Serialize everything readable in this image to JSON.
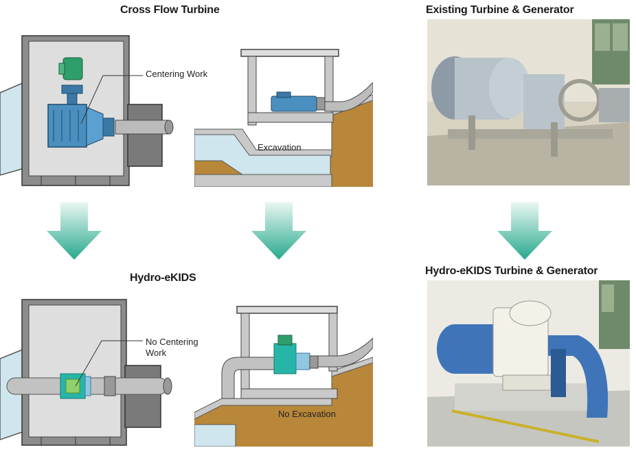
{
  "titles": {
    "cross_flow": "Cross Flow Turbine",
    "existing": "Existing Turbine & Generator",
    "hydro_ekids": "Hydro-eKIDS",
    "hydro_ekids_tg": "Hydro-eKIDS Turbine & Generator"
  },
  "labels": {
    "centering_work": "Centering Work",
    "excavation": "Excavation",
    "no_centering_line1": "No Centering",
    "no_centering_line2": "Work",
    "no_excavation": "No Excavation"
  },
  "colors": {
    "arrow_top": "#e9f7f3",
    "arrow_bottom": "#27a98d",
    "machine_blue": "#4a8fc0",
    "machine_teal": "#27b5a8",
    "soil": "#b8873a",
    "wall_gray": "#c9c9c9",
    "water": "#cfe6ee"
  }
}
